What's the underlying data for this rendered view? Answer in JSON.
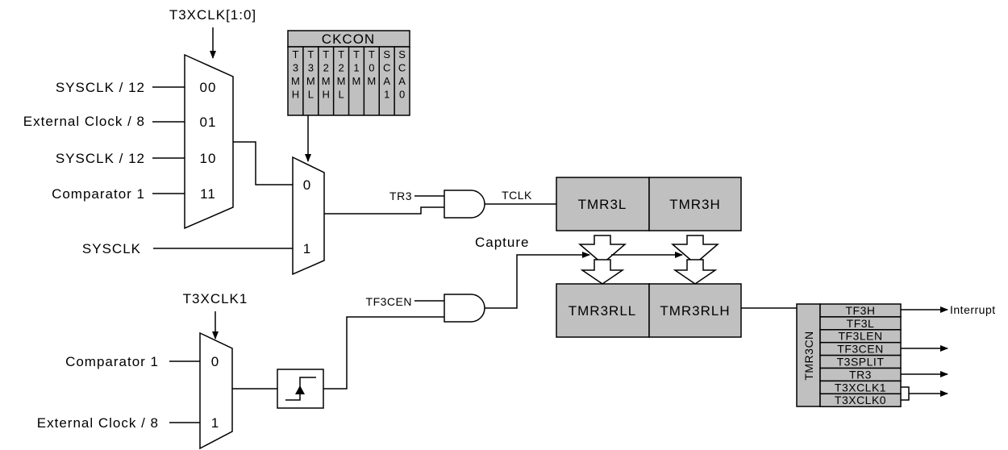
{
  "mux1": {
    "select_label": "T3XCLK[1:0]",
    "inputs": [
      "SYSCLK / 12",
      "External Clock / 8",
      "SYSCLK / 12",
      "Comparator 1"
    ],
    "codes": [
      "00",
      "01",
      "10",
      "11"
    ]
  },
  "ckcon": {
    "title": "CKCON",
    "bits": [
      [
        "T",
        "3",
        "M",
        "H"
      ],
      [
        "T",
        "3",
        "M",
        "L"
      ],
      [
        "T",
        "2",
        "M",
        "H"
      ],
      [
        "T",
        "2",
        "M",
        "L"
      ],
      [
        "T",
        "1",
        "M",
        ""
      ],
      [
        "T",
        "0",
        "M",
        ""
      ],
      [
        "S",
        "C",
        "A",
        "1"
      ],
      [
        "S",
        "C",
        "A",
        "0"
      ]
    ]
  },
  "mux2": {
    "inputs": [
      "0",
      "1"
    ],
    "sysclk_label": "SYSCLK"
  },
  "and1": {
    "input_label": "TR3",
    "output_label": "TCLK"
  },
  "timer": {
    "low": "TMR3L",
    "high": "TMR3H"
  },
  "reload": {
    "low": "TMR3RLL",
    "high": "TMR3RLH"
  },
  "capture_label": "Capture",
  "and2": {
    "input_label": "TF3CEN"
  },
  "mux3": {
    "select_label": "T3XCLK1",
    "inputs": [
      "Comparator 1",
      "External Clock / 8"
    ],
    "codes": [
      "0",
      "1"
    ]
  },
  "tmr3cn": {
    "title": "TMR3CN",
    "bits": [
      "TF3H",
      "TF3L",
      "TF3LEN",
      "TF3CEN",
      "T3SPLIT",
      "TR3",
      "T3XCLK1",
      "T3XCLK0"
    ]
  },
  "interrupt_label": "Interrupt"
}
